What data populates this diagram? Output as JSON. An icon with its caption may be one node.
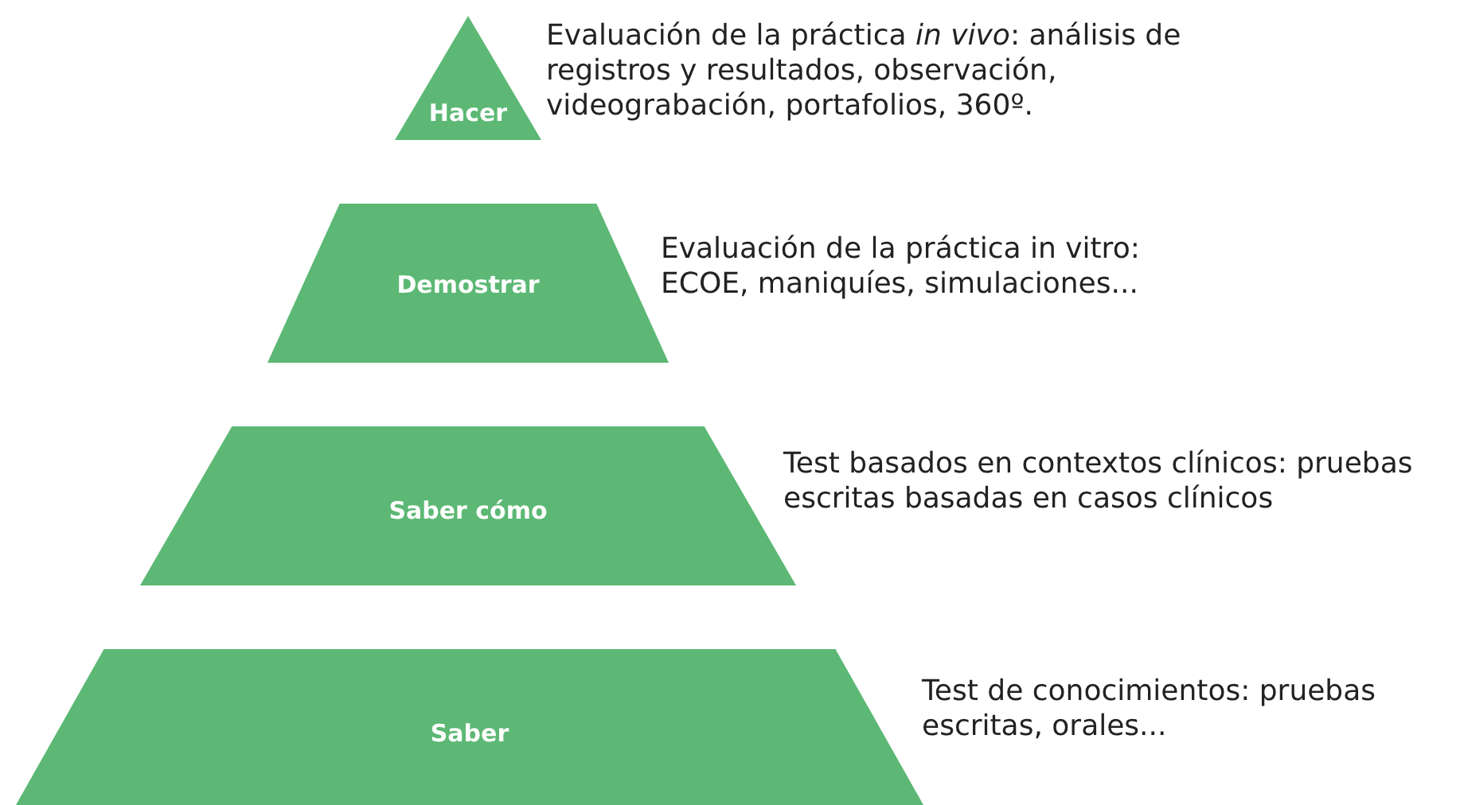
{
  "diagram": {
    "nodes": [
      {
        "text": [
          "Hacer"
        ],
        "beside": [
          "Evaluación de la práctica *in vivo*: análisis de registros y resultados, observación, videograbación, portafolios, 360º."
        ]
      },
      {
        "text": [
          "Demostrar"
        ],
        "beside": [
          "Evaluación de la práctica in vitro: ECOE, maniquíes, simulaciones..."
        ]
      },
      {
        "text": [
          "Saber cómo"
        ],
        "beside": [
          "Test basados en contextos clínicos: pruebas escritas basadas en casos clínicos"
        ]
      },
      {
        "text": [
          "Saber"
        ],
        "beside": [
          "Test de conocimientos: pruebas escritas, orales..."
        ]
      }
    ],
    "edges": []
  }
}
